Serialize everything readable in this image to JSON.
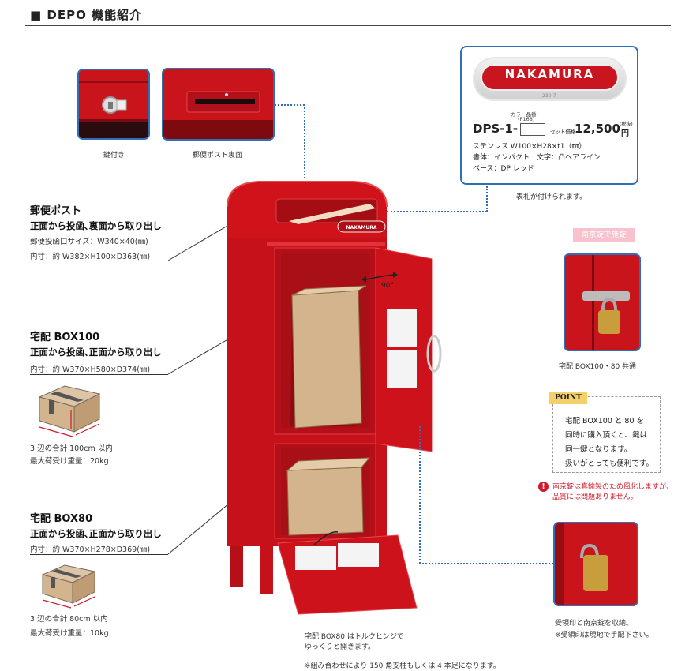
{
  "header": {
    "marker": "■",
    "title": "DEPO 機能紹介"
  },
  "photos": {
    "key_caption": "鍵付き",
    "back_caption": "郵便ポスト裏面",
    "lock_label": "南京錠で施錠",
    "lock_caption": "宅配 BOX100・80 共通",
    "receive_caption_1": "受領印と南京錠を収納。",
    "receive_caption_2": "※受領印は現地で手配下さい。"
  },
  "nameplate": {
    "brand": "NAKAMURA",
    "model_no": "230-7",
    "color_code_label": "カラー品番",
    "color_code_sub": "(P168)",
    "product_code": "DPS-1-",
    "set_price_label": "セット価格",
    "price": "12,500",
    "tax_label": "(税抜)",
    "currency": "円",
    "spec_1": "ステンレス W100×H28×t1（㎜）",
    "spec_2": "書体：インパクト　文字：凸ヘアライン",
    "spec_3": "ベース：DP レッド",
    "note": "表札が付けられます。"
  },
  "sections": [
    {
      "title": "郵便ポスト",
      "subtitle": "正面から投函､裏面から取り出し",
      "line1": "郵便投函口サイズ：W340×40(㎜)",
      "line2": "内寸：約 W382×H100×D363(㎜)"
    },
    {
      "title": "宅配 BOX100",
      "subtitle": "正面から投函､正面から取り出し",
      "line1": "内寸：約 W370×H580×D374(㎜)",
      "line2": "3 辺の合計 100cm 以内",
      "line3": "最大荷受け重量：20kg"
    },
    {
      "title": "宅配 BOX80",
      "subtitle": "正面から投函､正面から取り出し",
      "line1": "内寸：約 W370×H278×D369(㎜)",
      "line2": "3 辺の合計 80cm 以内",
      "line3": "最大荷受け重量：10kg"
    }
  ],
  "point": {
    "label": "POINT",
    "lines": [
      "宅配 BOX100 と 80 を",
      "同時に購入頂くと、鍵は",
      "同一鍵となります。",
      "扱いがとっても便利です。"
    ]
  },
  "warning": {
    "line1": "南京錠は真鍮製のため風化しますが、",
    "line2": "品質には問題ありません。"
  },
  "product": {
    "door_angle": "90°",
    "plate_text": "NAKAMURA"
  },
  "notes": {
    "hinge_1": "宅配 BOX80 はトルクヒンジで",
    "hinge_2": "ゆっくりと開きます。",
    "footer": "※組み合わせにより 150 角支柱もしくは 4 本足になります。"
  }
}
